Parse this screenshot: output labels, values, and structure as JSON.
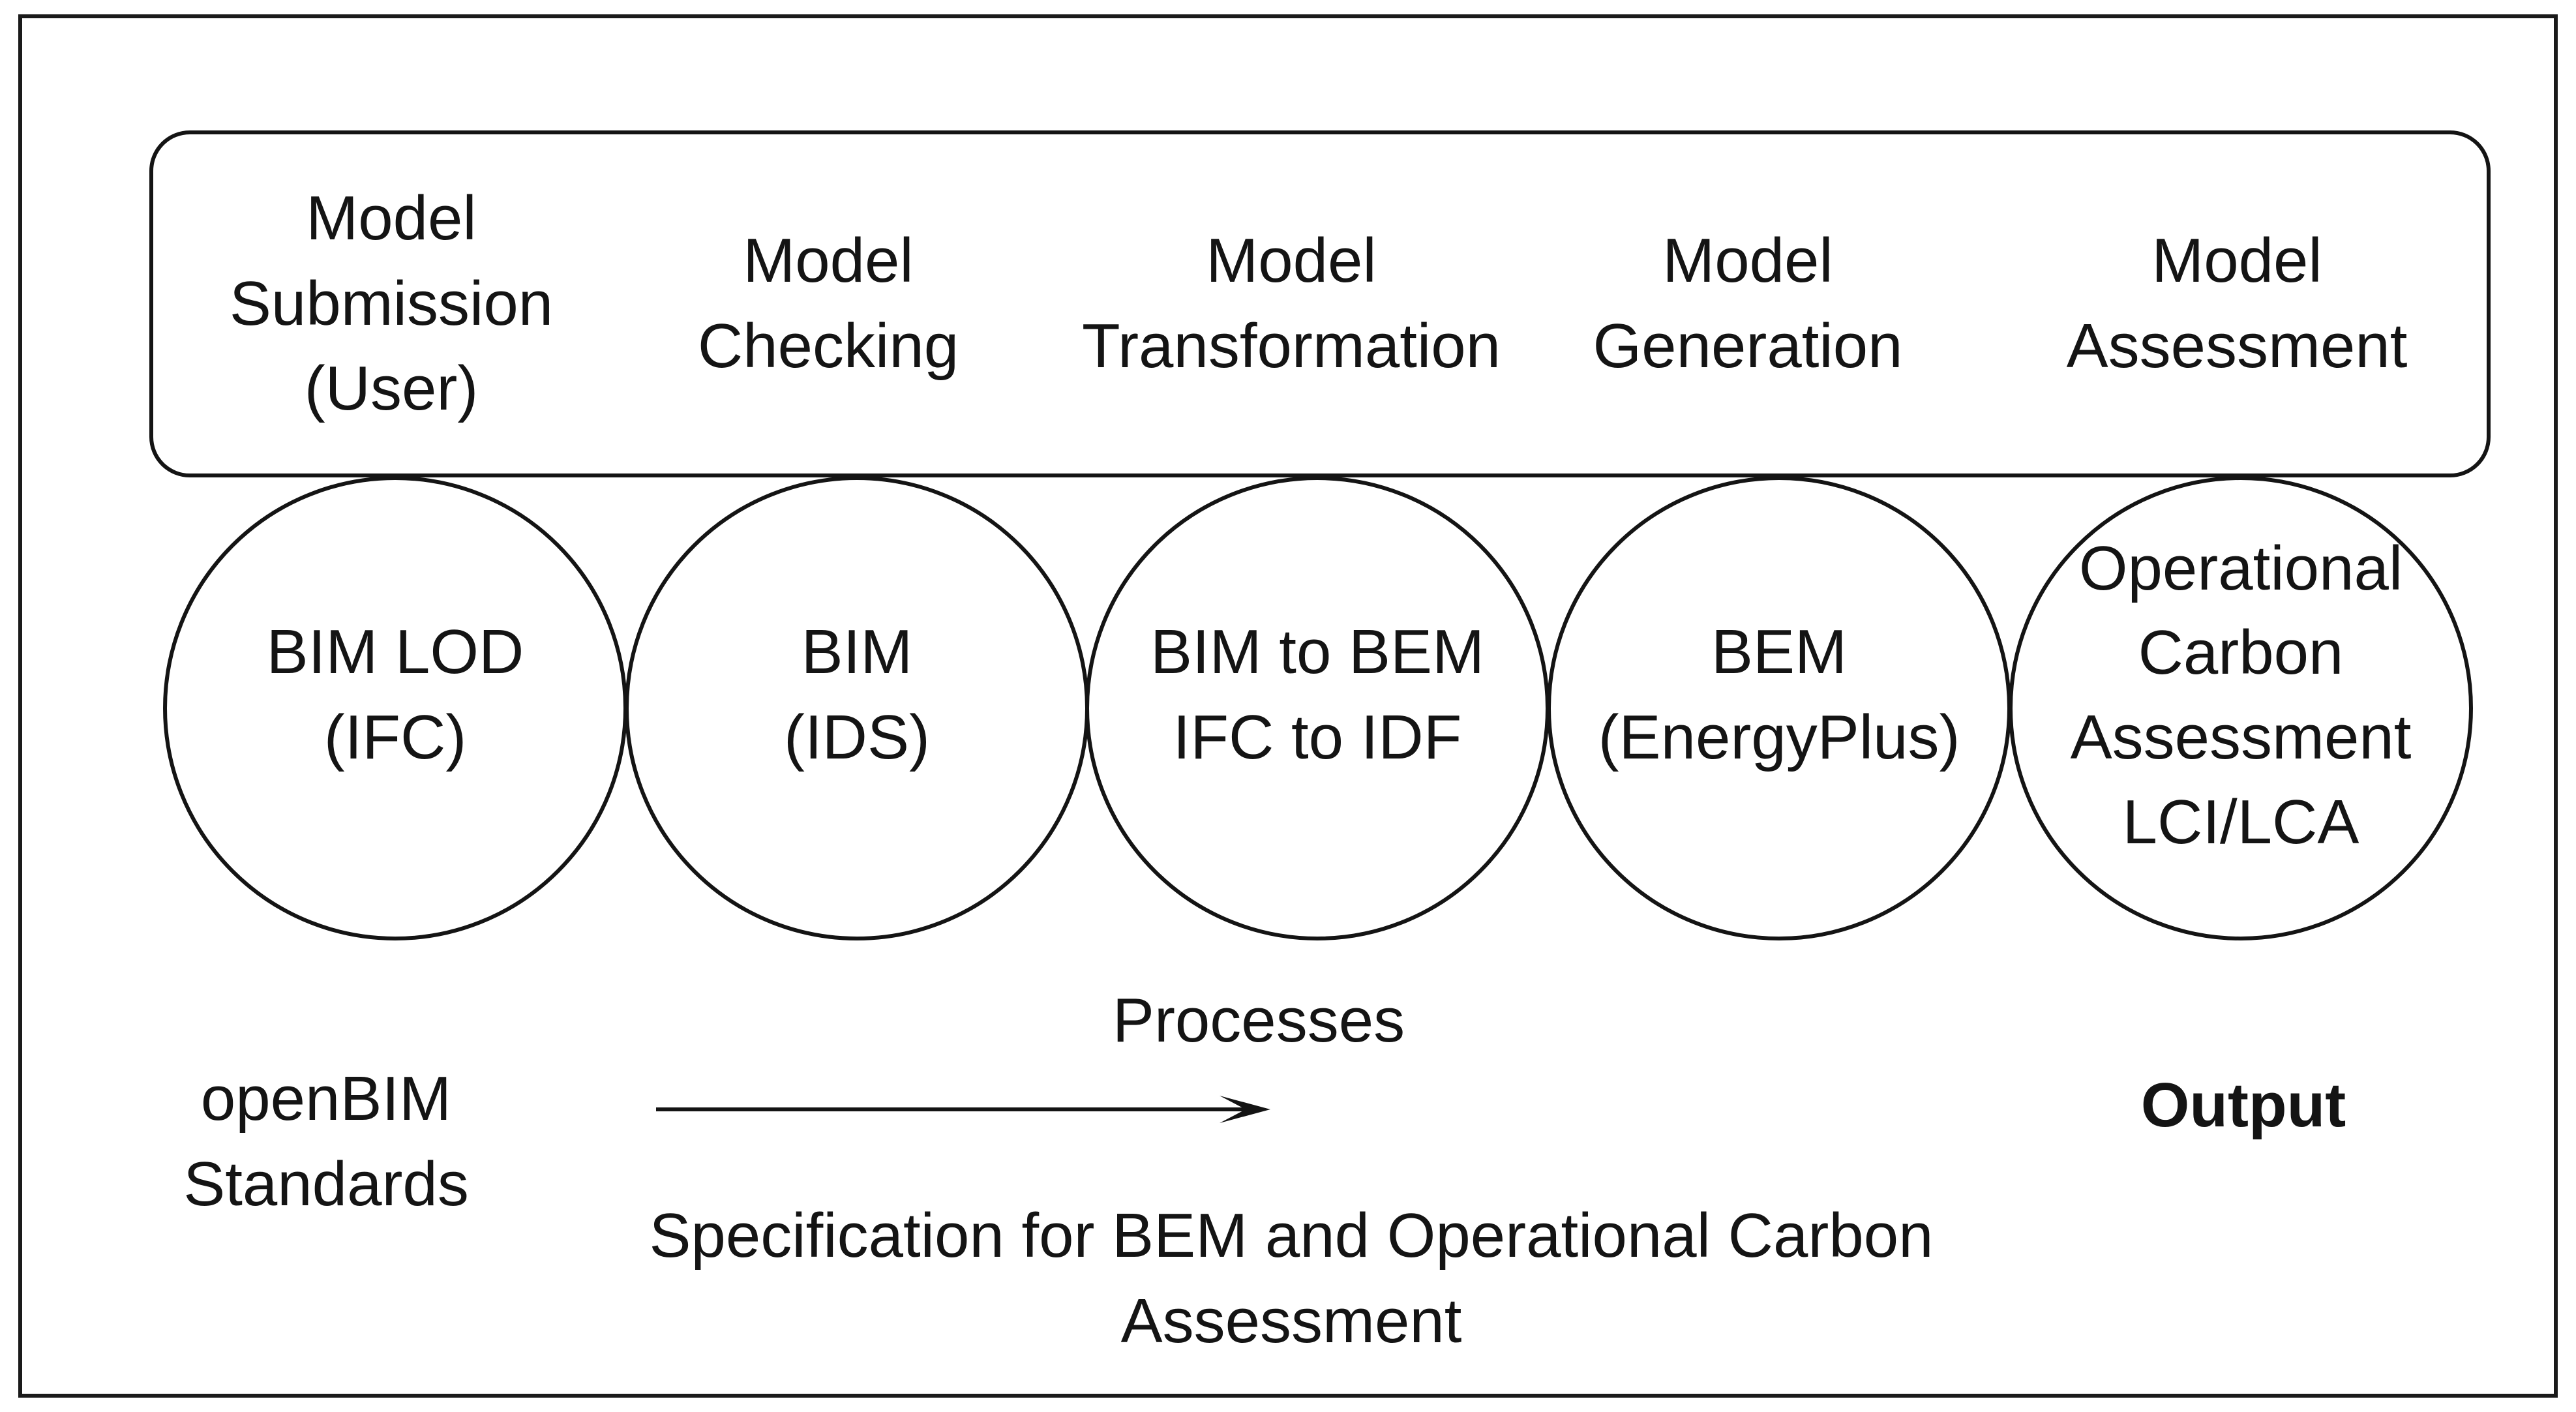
{
  "stages": [
    "Model\nSubmission\n(User)",
    "Model\nChecking",
    "Model\nTransformation",
    "Model\nGeneration",
    "Model\nAssessment"
  ],
  "standards": [
    "BIM LOD\n(IFC)",
    "BIM\n(IDS)",
    "BIM to BEM\nIFC to IDF",
    "BEM\n(EnergyPlus)",
    "Operational\nCarbon\nAssessment\nLCI/LCA"
  ],
  "processes_label": "Processes",
  "openbim_label": "openBIM\nStandards",
  "output_label": "Output",
  "specification_label": "Specification for BEM and Operational Carbon\nAssessment"
}
